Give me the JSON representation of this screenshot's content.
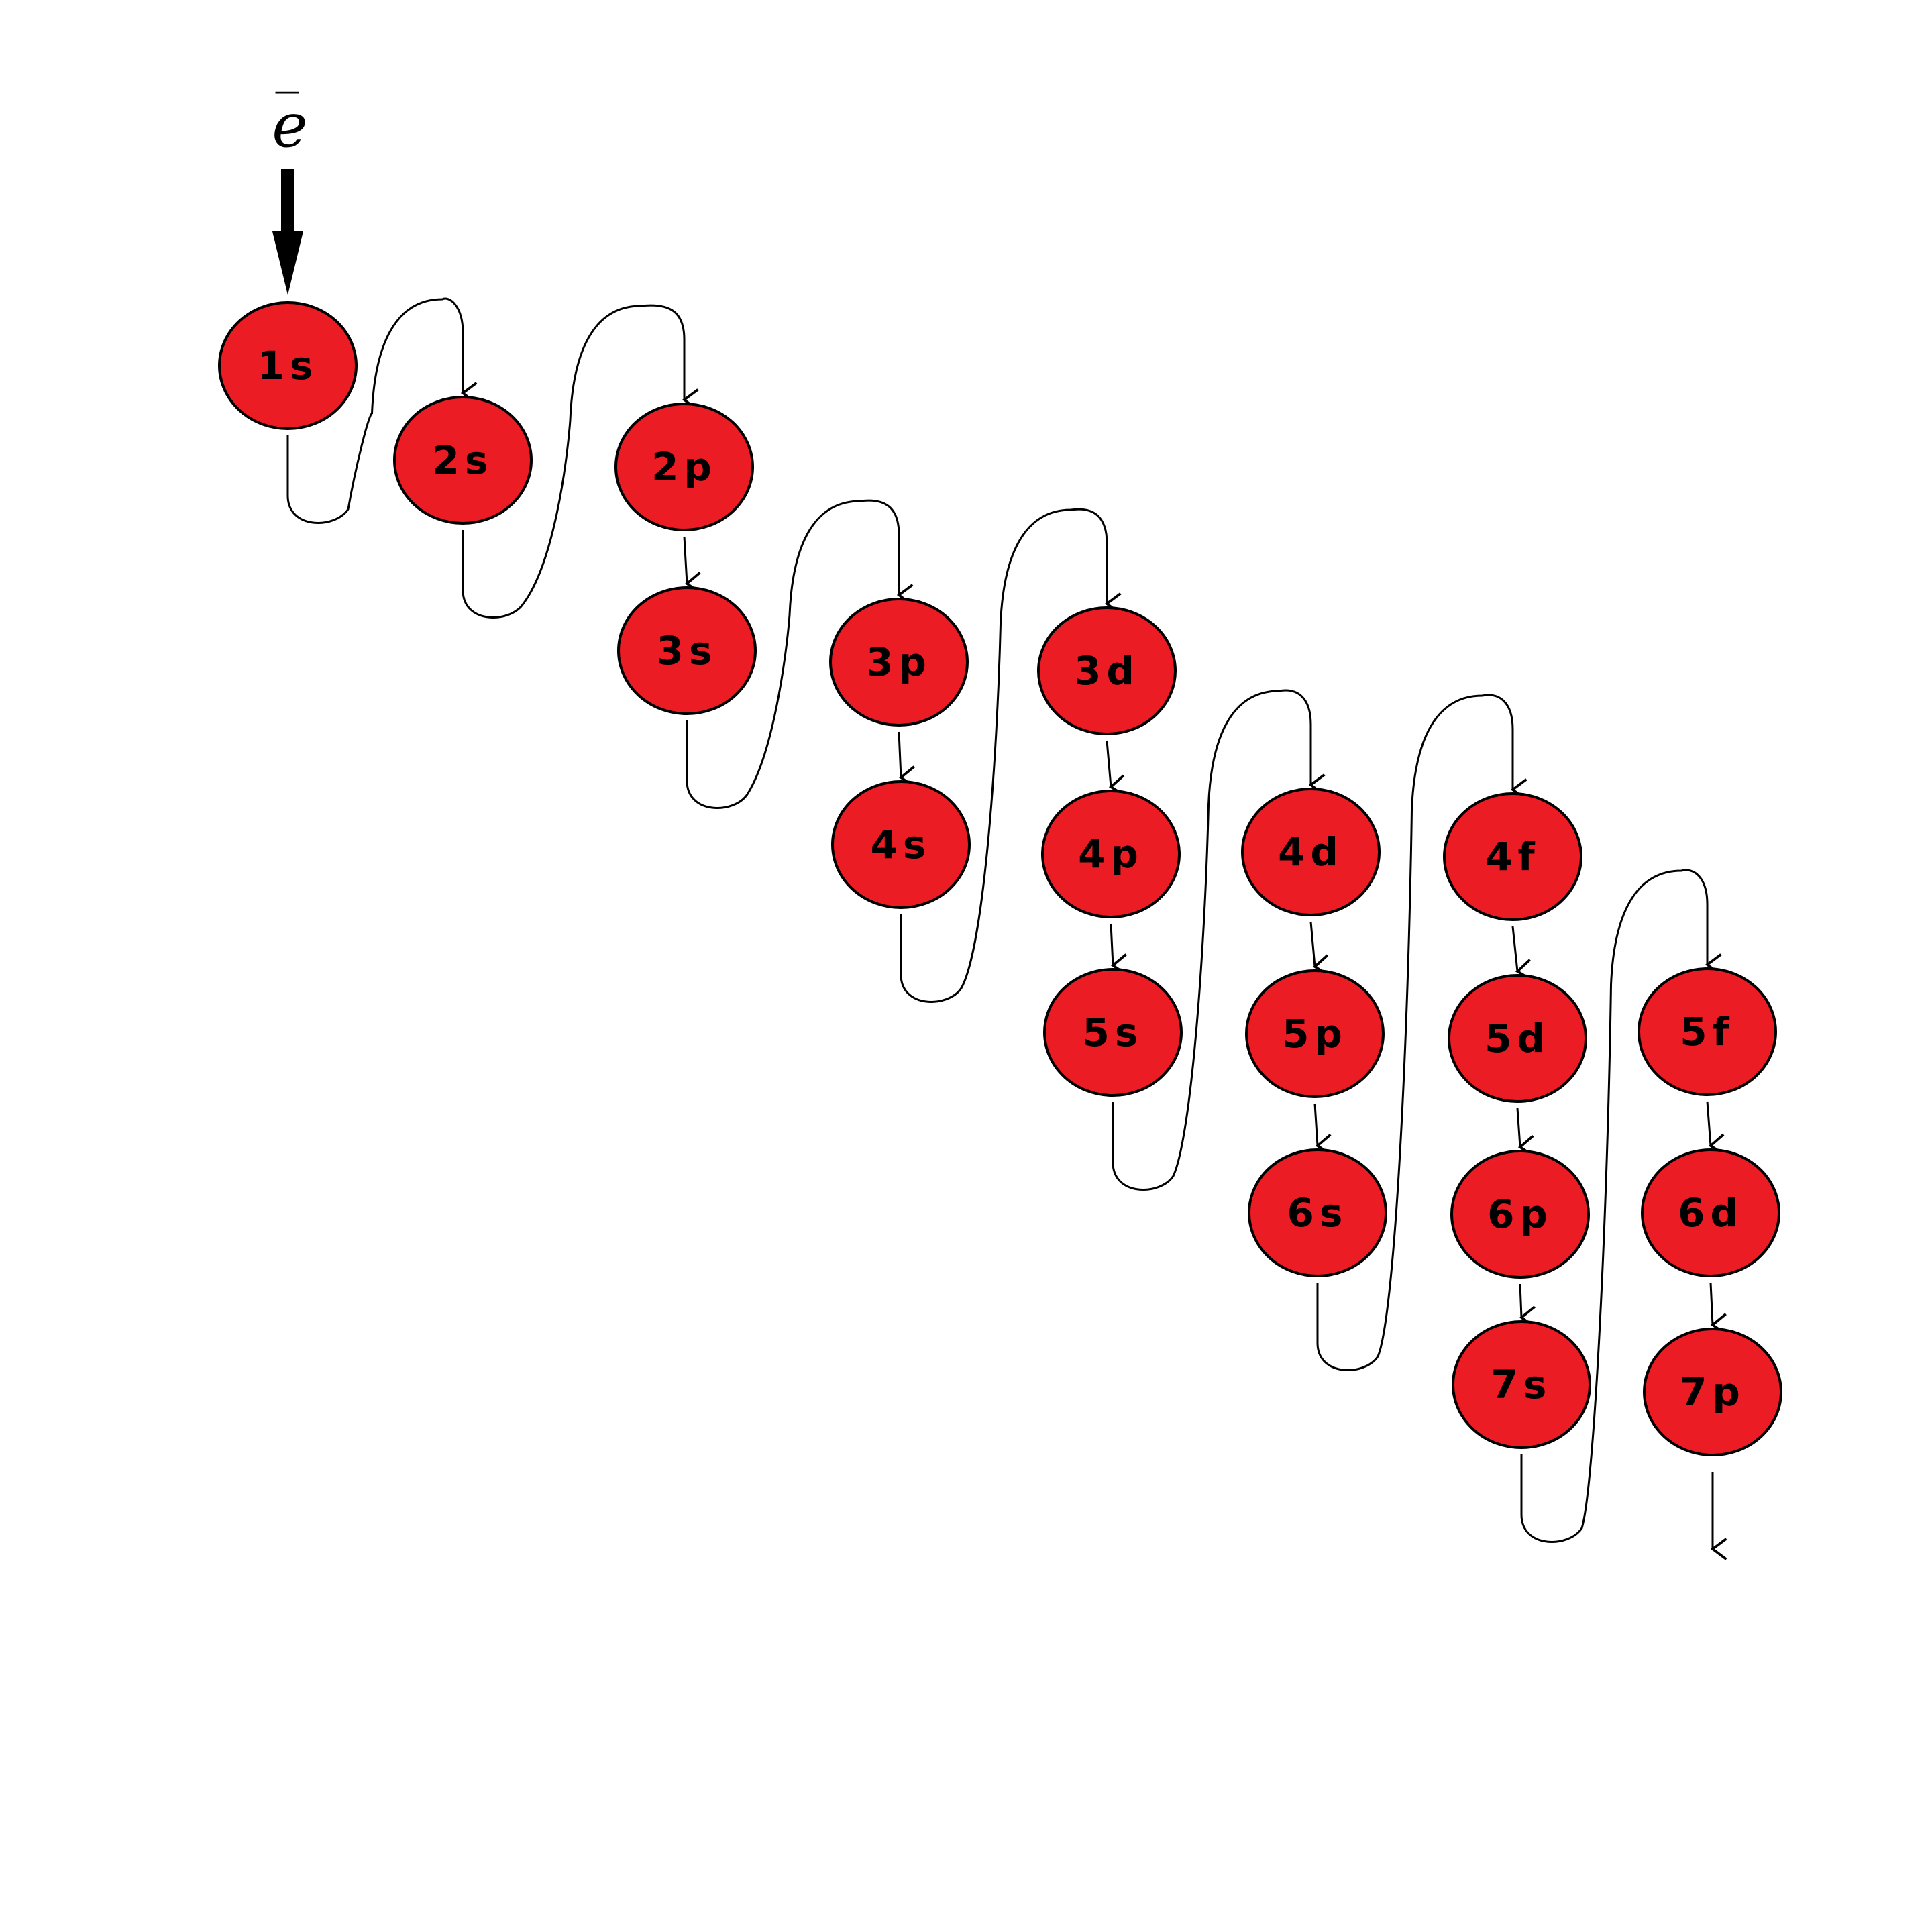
{
  "electron": {
    "symbol": "e",
    "bar": "‾"
  },
  "colors": {
    "orbital_fill": "#ec1c24",
    "outline": "#000000",
    "background": "#ffffff"
  },
  "orbitals": [
    {
      "id": "1s",
      "label": "1s"
    },
    {
      "id": "2s",
      "label": "2s"
    },
    {
      "id": "2p",
      "label": "2p"
    },
    {
      "id": "3s",
      "label": "3s"
    },
    {
      "id": "3p",
      "label": "3p"
    },
    {
      "id": "3d",
      "label": "3d"
    },
    {
      "id": "4s",
      "label": "4s"
    },
    {
      "id": "4p",
      "label": "4p"
    },
    {
      "id": "4d",
      "label": "4d"
    },
    {
      "id": "4f",
      "label": "4f"
    },
    {
      "id": "5s",
      "label": "5s"
    },
    {
      "id": "5p",
      "label": "5p"
    },
    {
      "id": "5d",
      "label": "5d"
    },
    {
      "id": "5f",
      "label": "5f"
    },
    {
      "id": "6s",
      "label": "6s"
    },
    {
      "id": "6p",
      "label": "6p"
    },
    {
      "id": "6d",
      "label": "6d"
    },
    {
      "id": "7s",
      "label": "7s"
    },
    {
      "id": "7p",
      "label": "7p"
    }
  ],
  "filling_order": [
    "1s",
    "2s",
    "2p",
    "3s",
    "3p",
    "4s",
    "3d",
    "4p",
    "5s",
    "4d",
    "5p",
    "6s",
    "4f",
    "5d",
    "6p",
    "7s",
    "5f",
    "6d",
    "7p"
  ]
}
